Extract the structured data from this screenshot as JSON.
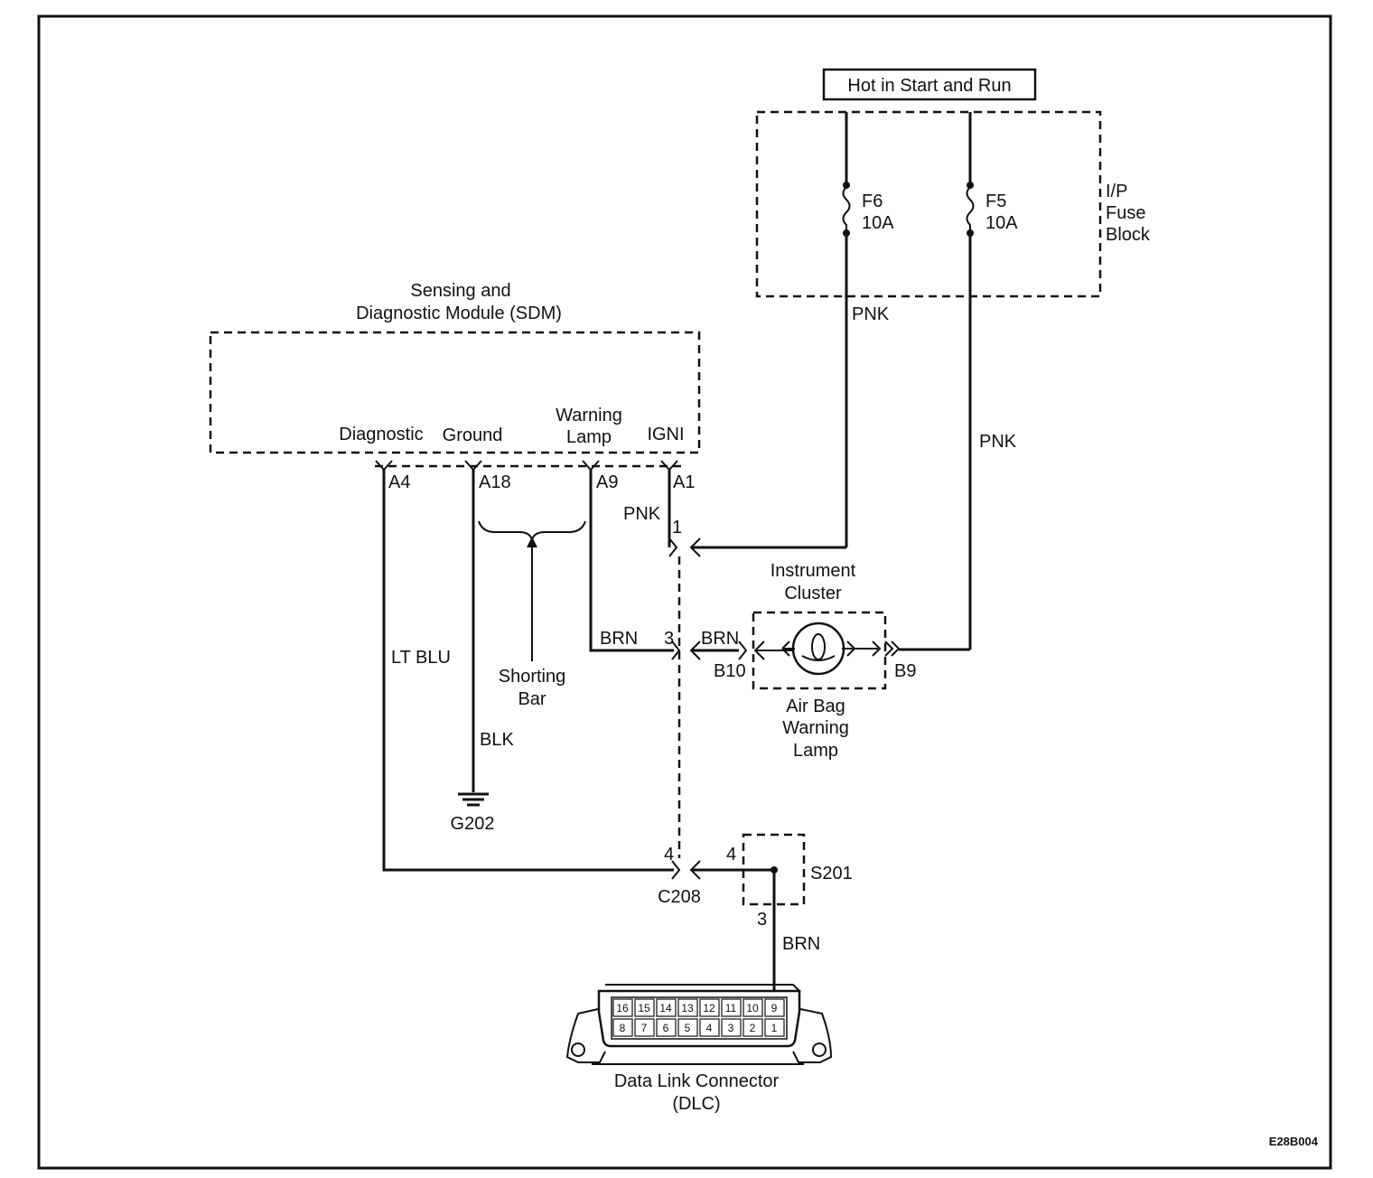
{
  "hot_label": "Hot in Start and Run",
  "fuse_block": {
    "label_line1": "I/P",
    "label_line2": "Fuse",
    "label_line3": "Block"
  },
  "fuses": [
    {
      "id": "F6",
      "rating": "10A"
    },
    {
      "id": "F5",
      "rating": "10A"
    }
  ],
  "sdm": {
    "title_line1": "Sensing and",
    "title_line2": "Diagnostic Module (SDM)",
    "terminals": {
      "diagnostic": "Diagnostic",
      "ground": "Ground",
      "warning_line1": "Warning",
      "warning_line2": "Lamp",
      "igni": "IGNI"
    },
    "pins": {
      "a4": "A4",
      "a18": "A18",
      "a9": "A9",
      "a1": "A1"
    }
  },
  "wires": {
    "pnk_fuse": "PNK",
    "pnk_right": "PNK",
    "pnk_a1": "PNK",
    "lt_blu": "LT BLU",
    "blk": "BLK",
    "brn_a9": "BRN",
    "brn_cluster": "BRN",
    "brn_dlc": "BRN"
  },
  "shorting_bar": {
    "line1": "Shorting",
    "line2": "Bar"
  },
  "ground": {
    "id": "G202"
  },
  "connector": {
    "id": "C208",
    "pin_1": "1",
    "pin_3": "3",
    "pin_4": "4"
  },
  "cluster": {
    "title_line1": "Instrument",
    "title_line2": "Cluster",
    "pin_b10": "B10",
    "pin_b9": "B9",
    "lamp_line1": "Air Bag",
    "lamp_line2": "Warning",
    "lamp_line3": "Lamp"
  },
  "splice": {
    "id": "S201",
    "pin_in": "4",
    "pin_out": "3"
  },
  "dlc": {
    "title_line1": "Data Link Connector",
    "title_line2": "(DLC)",
    "top_row": [
      "16",
      "15",
      "14",
      "13",
      "12",
      "11",
      "10",
      "9"
    ],
    "bottom_row": [
      "8",
      "7",
      "6",
      "5",
      "4",
      "3",
      "2",
      "1"
    ]
  },
  "figure_code": "E28B004"
}
